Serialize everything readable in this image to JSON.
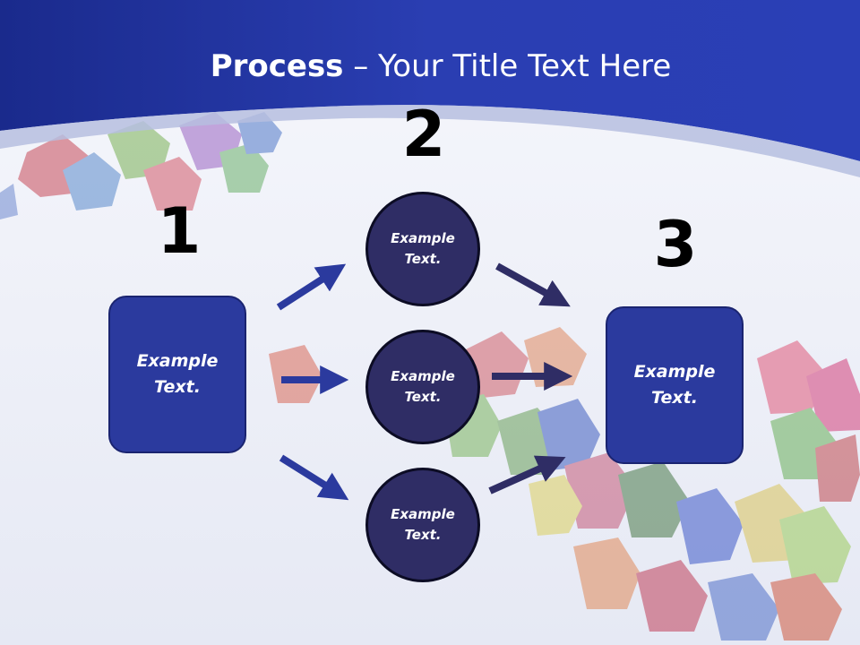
{
  "title": {
    "bold": "Process",
    "rest": " – Your Title Text Here"
  },
  "steps": {
    "one": "1",
    "two": "2",
    "three": "3"
  },
  "nodes": {
    "start": "Example Text.",
    "top": "Example Text.",
    "middle": "Example Text.",
    "bottom": "Example Text.",
    "end": "Example Text."
  },
  "colors": {
    "header": "#2437a8",
    "box": "#2b3a9e",
    "circle": "#2f2d65",
    "arrow_in": "#2b3a9e",
    "arrow_out": "#2f2d65"
  }
}
